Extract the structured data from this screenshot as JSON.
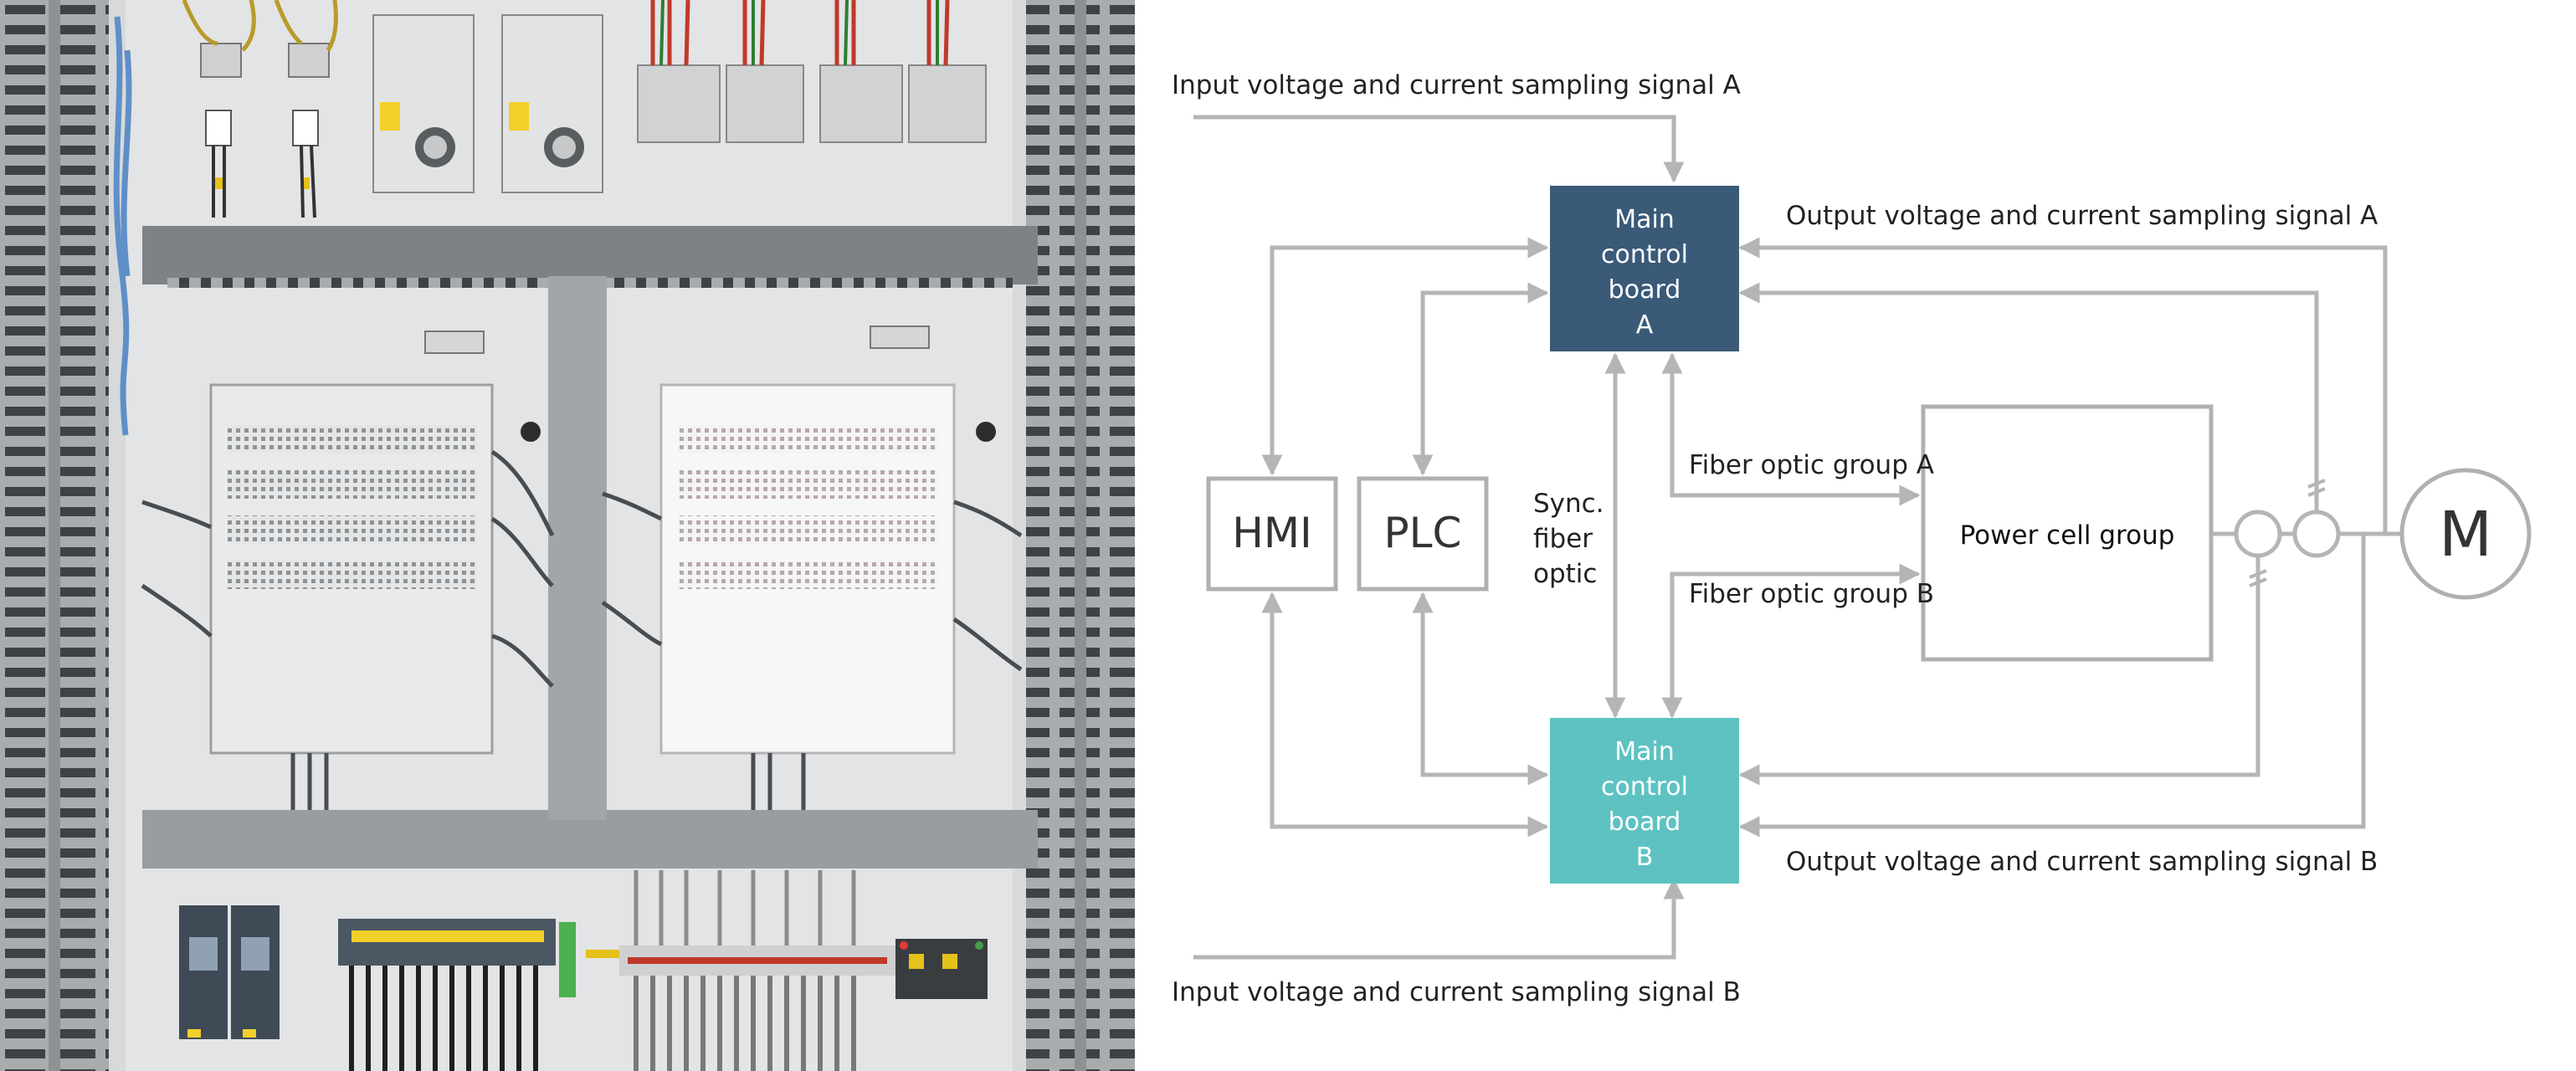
{
  "diagram": {
    "signals": {
      "input_a": "Input voltage and current sampling signal A",
      "input_b": "Input voltage and current sampling signal B",
      "output_a": "Output voltage and current sampling signal A",
      "output_b": "Output voltage and current sampling signal B",
      "fiber_a": "Fiber optic group A",
      "fiber_b": "Fiber optic group B",
      "sync": [
        "Sync.",
        "fiber",
        "optic"
      ]
    },
    "boxes": {
      "board_a": [
        "Main",
        "control",
        "board",
        "A"
      ],
      "board_b": [
        "Main",
        "control",
        "board",
        "B"
      ],
      "hmi": "HMI",
      "plc": "PLC",
      "power_cell": "Power cell group",
      "motor": "M"
    },
    "colors": {
      "board_a": "#3a5a78",
      "board_b": "#5ec2c2",
      "line": "#b5b5b5",
      "box_border": "#b0b0b0",
      "text": "#222222",
      "panel_bg": "#d9dbdc",
      "duct": "#8e9194"
    }
  }
}
